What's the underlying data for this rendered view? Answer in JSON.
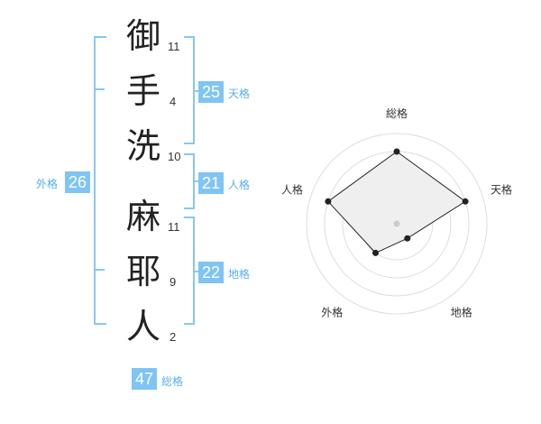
{
  "name": {
    "characters": [
      {
        "char": "御",
        "strokes": "11"
      },
      {
        "char": "手",
        "strokes": "4"
      },
      {
        "char": "洗",
        "strokes": "10"
      },
      {
        "char": "麻",
        "strokes": "11"
      },
      {
        "char": "耶",
        "strokes": "9"
      },
      {
        "char": "人",
        "strokes": "2"
      }
    ]
  },
  "scores": {
    "tenkaku": {
      "value": "25",
      "label": "天格"
    },
    "jinkaku": {
      "value": "21",
      "label": "人格"
    },
    "chikaku": {
      "value": "22",
      "label": "地格"
    },
    "gaikaku": {
      "value": "26",
      "label": "外格"
    },
    "soukaku": {
      "value": "47",
      "label": "総格"
    }
  },
  "colors": {
    "accent": "#7fc4f3",
    "accent_text": "#5aaee8",
    "bracket": "#86c8f2"
  },
  "chart_data": {
    "type": "radar",
    "axes": [
      "総格",
      "天格",
      "地格",
      "外格",
      "人格"
    ],
    "values": [
      0.8,
      0.8,
      0.2,
      0.4,
      0.8
    ],
    "rings": 5
  }
}
